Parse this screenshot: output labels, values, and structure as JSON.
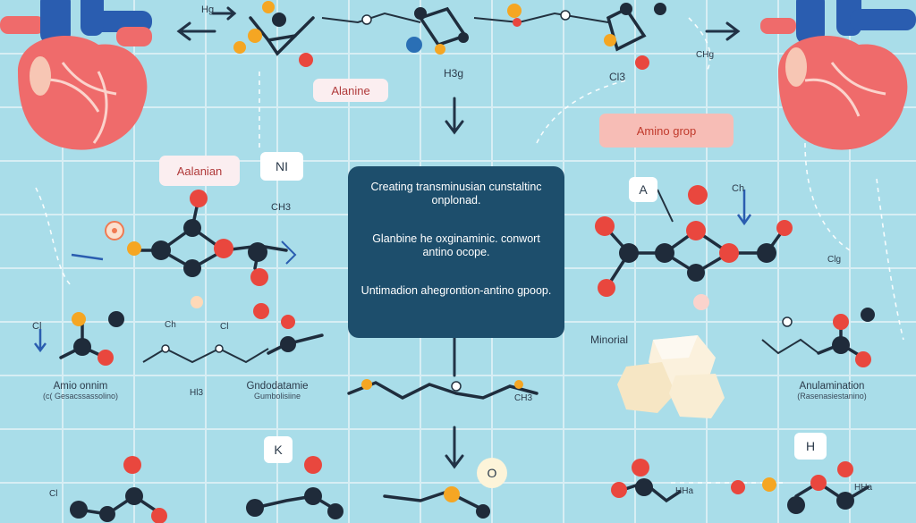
{
  "labels": {
    "alanine_top": "Alanine",
    "amino_group_right": "Amino grop",
    "alanine_left": "Aalanian",
    "box_n": "NI",
    "box_a": "A",
    "box_k": "K",
    "box_h": "H",
    "box_o": "O",
    "left_caption_title": "Amio onnim",
    "left_caption_sub": "(c( Gesacssassolino)",
    "mid_caption_title": "Gndodatamie",
    "mid_caption_sub": "Gumbolisiine",
    "right_caption_title": "Anulamination",
    "right_caption_sub": "(Rasenasiestanino)",
    "mineral_label": "Minorial"
  },
  "formulas": {
    "top_left": "Hg",
    "top_mid": "H3g",
    "top_mid2": "CHg",
    "top_right": "Cl3",
    "ch_left": "CH3",
    "ch_right": "Ch",
    "cl_left": "Cl",
    "chb_mid": "Ch",
    "cl_mid": "Cl",
    "h_mid": "Hl3",
    "chg_right": "Clg",
    "chain_ch": "CH3",
    "bottom_l": "Cl",
    "bottom_r1": "HHa",
    "bottom_r2": "HHa"
  },
  "center_panel": {
    "para1": "Creating transminusian cunstaltinc onplonad.",
    "para2": "Glanbine he oxginaminic. conwort antino ocope.",
    "para3": "Untimadion ahegrontion-antino gpoop."
  },
  "colors": {
    "background": "#a9dde9",
    "panel": "#1d4e6c",
    "atom_red": "#e9473e",
    "atom_dark": "#1f2b3a",
    "heart_red": "#ef6b6b",
    "vessel_blue": "#2a5db0"
  },
  "icons": [
    "heart-icon",
    "molecule-icon",
    "mineral-crystal-icon",
    "arrow-icon"
  ]
}
